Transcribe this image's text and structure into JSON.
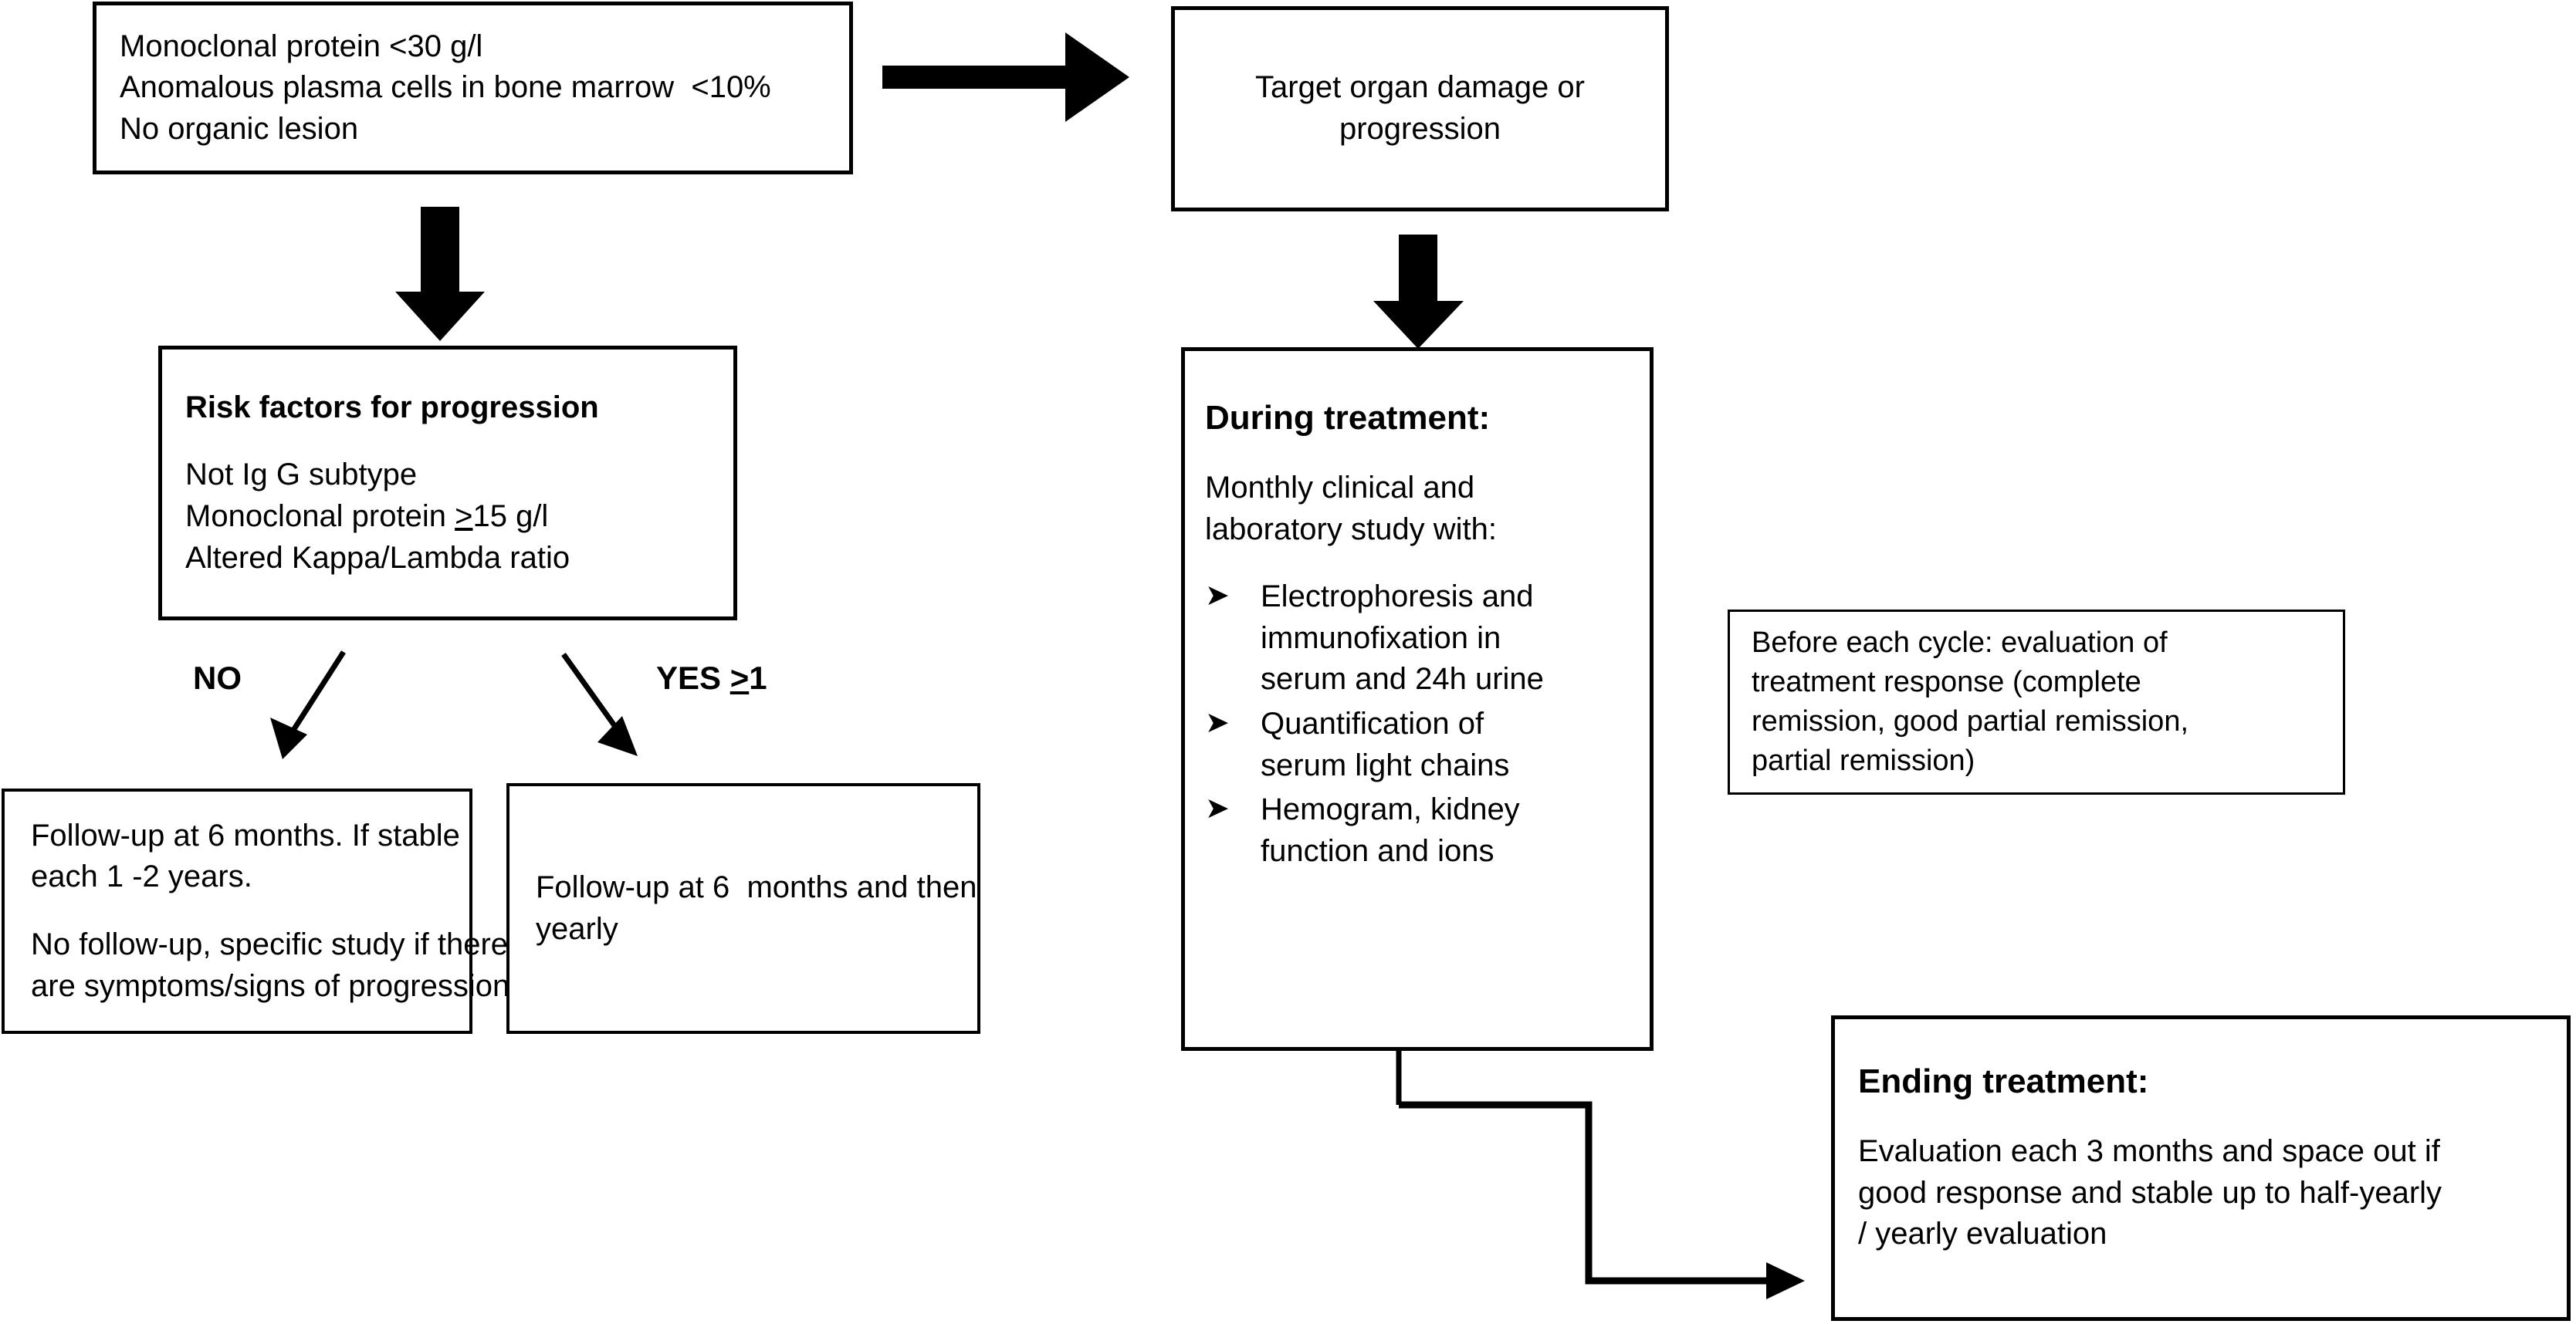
{
  "figure": {
    "kind": "clinical-flowchart",
    "stroke_color": "#000000",
    "background_color": "#ffffff"
  },
  "nodes": {
    "criteria_box": {
      "lines": [
        "Monoclonal protein <30 g/l",
        "Anomalous plasma cells in bone marrow  <10%",
        "No organic lesion"
      ]
    },
    "target_organ_box": {
      "lines": [
        "Target organ damage or",
        "progression"
      ]
    },
    "risk_factors_box": {
      "title": "Risk factors for progression",
      "lines": [
        "Not Ig G subtype",
        "Monoclonal protein >15 g/l",
        "Altered Kappa/Lambda ratio"
      ]
    },
    "followup_no_box": {
      "lines": [
        "Follow-up at 6 months. If stable",
        "each 1 -2 years.",
        "",
        "No follow-up, specific study if there",
        "are symptoms/signs of progression"
      ]
    },
    "followup_yes_box": {
      "lines": [
        "Follow-up at 6  months and then",
        "yearly"
      ]
    },
    "during_treatment_box": {
      "title": "During treatment:",
      "lines": [
        "Monthly clinical and",
        "laboratory study with:"
      ],
      "bullet_marker": "arrowhead-bullet",
      "bullets": [
        "Electrophoresis and\nimmunofixation in\nserum and 24h urine",
        "Quantification of\nserum light chains",
        "Hemogram, kidney\nfunction and ions"
      ]
    },
    "before_cycle_box": {
      "lines": [
        "Before each cycle: evaluation of",
        "treatment response (complete",
        "remission, good partial remission,",
        "partial remission)"
      ]
    },
    "ending_treatment_box": {
      "title": "Ending treatment:",
      "lines": [
        "Evaluation each 3 months and space out if",
        "good response and stable up to half-yearly",
        "/ yearly evaluation"
      ]
    }
  },
  "edge_labels": {
    "no_label": "NO",
    "yes_label_prefix": "YES ",
    "yes_label_symbol": ">",
    "yes_label_suffix": "1"
  },
  "connectors": [
    {
      "name": "criteria-to-target",
      "type": "block-arrow-right"
    },
    {
      "name": "criteria-to-risk-factors",
      "type": "block-arrow-down"
    },
    {
      "name": "target-to-during-treatment",
      "type": "block-arrow-down"
    },
    {
      "name": "risk-to-followup-no",
      "type": "thin-arrow-diagonal-left"
    },
    {
      "name": "risk-to-followup-yes",
      "type": "thin-arrow-diagonal-right"
    },
    {
      "name": "during-to-ending",
      "type": "elbow-arrow"
    }
  ]
}
